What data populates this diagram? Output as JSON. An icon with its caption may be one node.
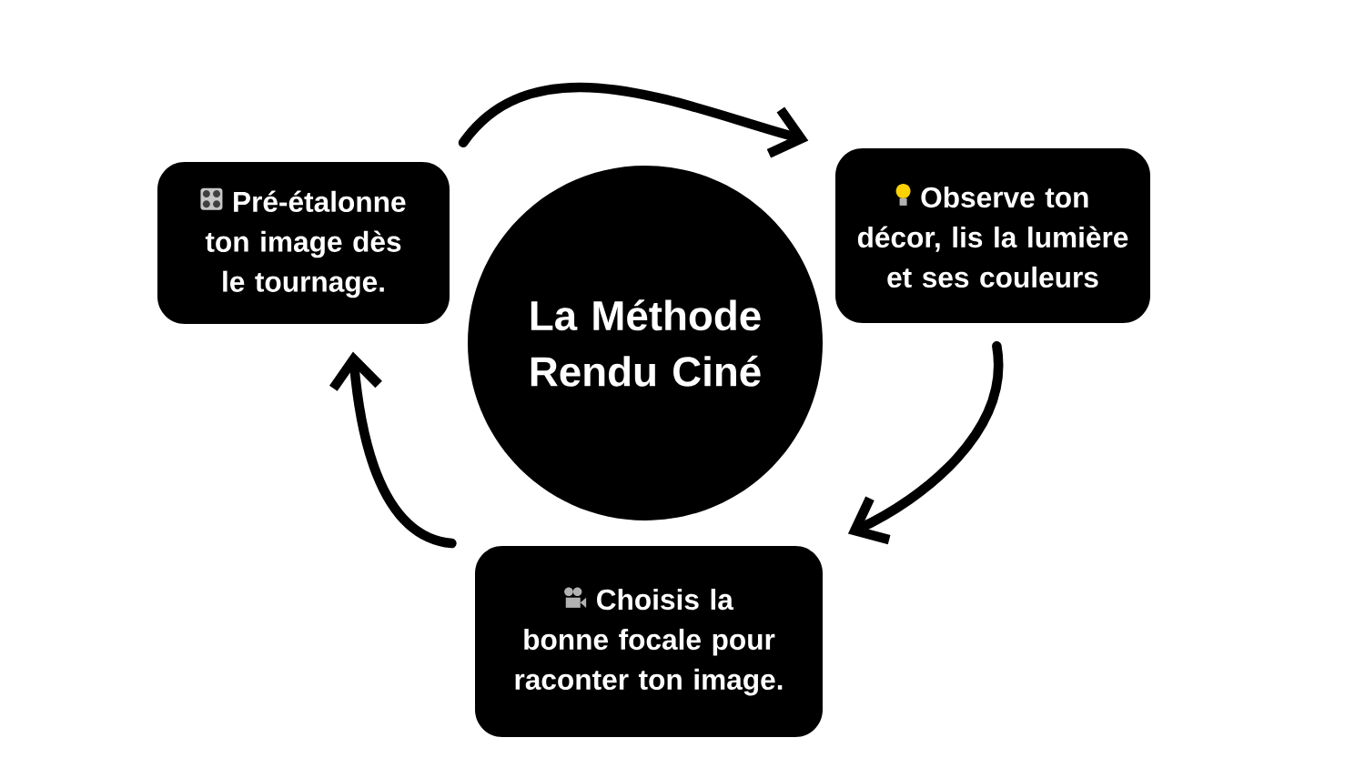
{
  "diagram": {
    "nodes": [
      {
        "text": [
          "Pré-étalonne ton image dès le tournage."
        ]
      },
      {
        "text": [
          "Observe ton décor, lis la lumière et ses couleurs"
        ]
      },
      {
        "text": [
          "La Méthode Rendu Ciné"
        ]
      },
      {
        "text": [
          "Choisis la bonne focale pour raconter ton image."
        ]
      }
    ],
    "edges": [
      {
        "from": 0,
        "to": 1,
        "arrow": "to"
      },
      {
        "from": 1,
        "to": 3,
        "arrow": "to"
      },
      {
        "from": 3,
        "to": 0,
        "arrow": "to"
      }
    ]
  }
}
